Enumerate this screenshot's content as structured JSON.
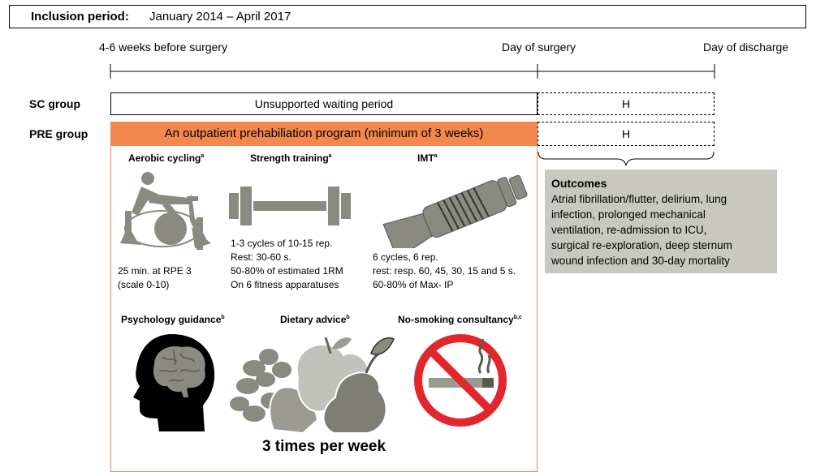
{
  "inclusion": {
    "label": "Inclusion period:",
    "value": "January 2014 – April 2017"
  },
  "timeline": {
    "start": "4-6 weeks before surgery",
    "surgery": "Day of surgery",
    "discharge": "Day of discharge"
  },
  "groups": {
    "sc": {
      "label": "SC group",
      "box": "Unsupported waiting period",
      "hospital": "H"
    },
    "pre": {
      "label": "PRE group",
      "box": "An outpatient prehabiliation program (minimum of 3 weeks)",
      "hospital": "H"
    }
  },
  "components": {
    "aerobic": {
      "title": "Aerobic cycling",
      "sup": "a",
      "lines": [
        "25 min. at RPE 3",
        "(scale 0-10)"
      ]
    },
    "strength": {
      "title": "Strength training",
      "sup": "a",
      "lines": [
        "1-3 cycles of 10-15 rep.",
        "Rest: 30-60 s.",
        "50-80% of estimated 1RM",
        "On 6 fitness apparatuses"
      ]
    },
    "imt": {
      "title": "IMT",
      "sup": "a",
      "lines": [
        "6 cycles, 6 rep.",
        "rest: resp. 60, 45, 30, 15 and 5 s.",
        "60-80% of Max- IP"
      ]
    },
    "psychology": {
      "title": "Psychology guidance",
      "sup": "b"
    },
    "dietary": {
      "title": "Dietary advice",
      "sup": "b"
    },
    "smoking": {
      "title": "No-smoking consultancy",
      "sup": "b,c"
    }
  },
  "frequency": "3 times per week",
  "outcomes": {
    "title": "Outcomes",
    "lines": [
      "Atrial fibrillation/flutter, delirium, lung",
      "infection, prolonged mechanical",
      "ventilation, re-admission to ICU,",
      "surgical re-exploration, deep sternum",
      "wound infection and 30-day mortality"
    ]
  },
  "colors": {
    "program": "#f4874d",
    "outcomes_bg": "#c8c8c0",
    "icon": "#8a8a80",
    "no_sign": "#e3262b"
  },
  "icons": [
    "exercise-bike-icon",
    "dumbbell-icon",
    "breathing-trainer-icon",
    "head-brain-icon",
    "fruit-vegetables-icon",
    "no-smoking-icon"
  ]
}
